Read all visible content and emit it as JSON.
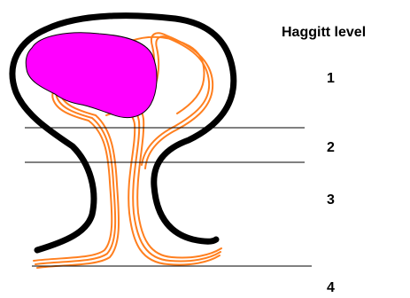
{
  "diagram": {
    "title": "Haggitt level",
    "levels": [
      "1",
      "2",
      "3",
      "4"
    ],
    "colors": {
      "polyp_outline": "#000000",
      "tumor": "#ff00ff",
      "muscularis_mucosae": "#ff7f1f",
      "level_lines": "#000000"
    }
  }
}
